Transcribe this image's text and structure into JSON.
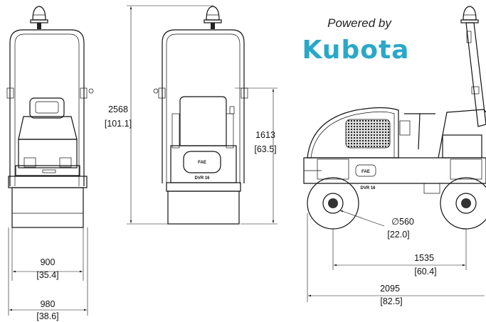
{
  "brand": {
    "tagline": "Powered by",
    "logo_text": "Kubota",
    "accent": "#2aa8c8"
  },
  "machine": {
    "model_plate": "DVR 16"
  },
  "dimensions": {
    "height_total": {
      "mm": "2568",
      "in": "[101.1]"
    },
    "seat_height": {
      "mm": "1613",
      "in": "[63.5]"
    },
    "drum_width": {
      "mm": "900",
      "in": "[35.4]"
    },
    "overall_width": {
      "mm": "980",
      "in": "[38.6]"
    },
    "drum_diameter": {
      "mm": "∅560",
      "in": "[22.0]"
    },
    "wheelbase": {
      "mm": "1535",
      "in": "[60.4]"
    },
    "overall_length": {
      "mm": "2095",
      "in": "[82.5]"
    }
  }
}
